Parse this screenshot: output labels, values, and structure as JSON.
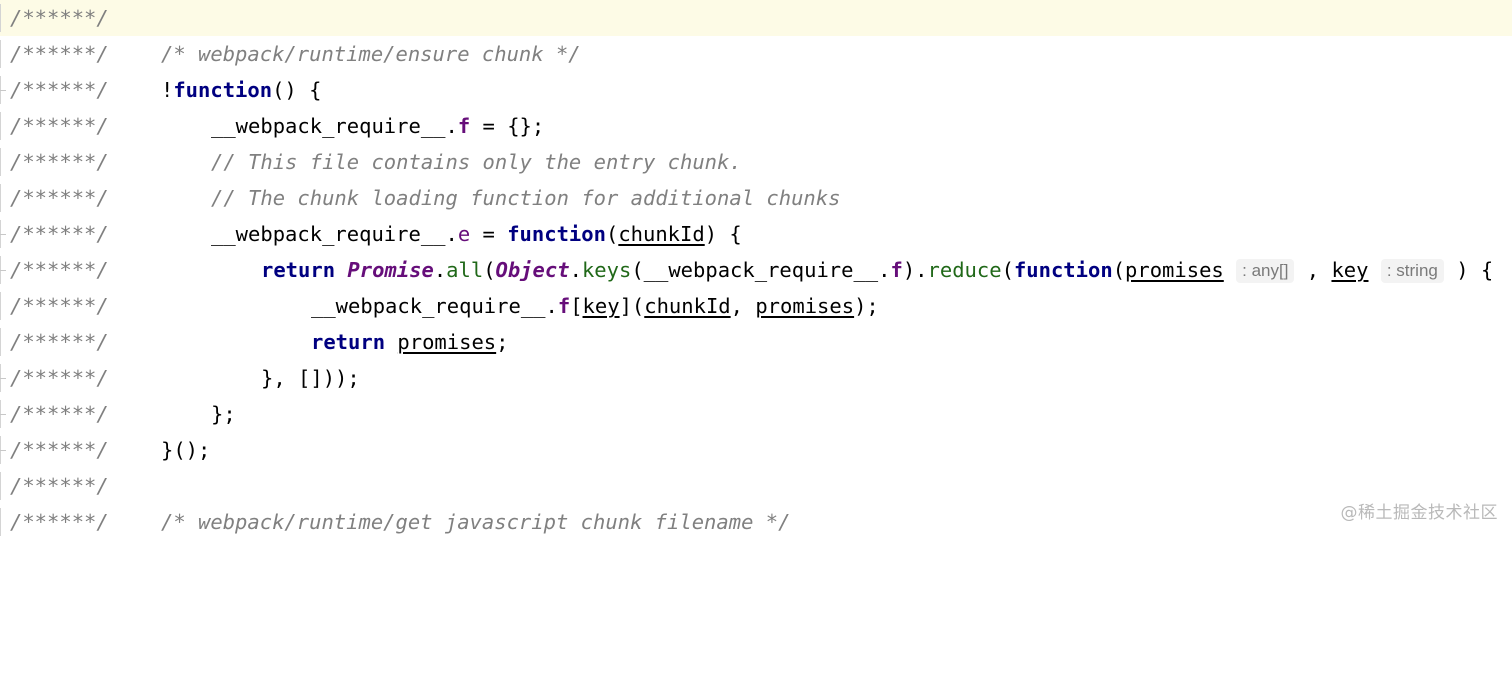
{
  "editor": {
    "gutter_marker": "/******/",
    "lines": {
      "l0": {},
      "l1": {
        "comment": "/* webpack/runtime/ensure chunk */"
      },
      "l2": {
        "bang": "!",
        "kw_function": "function",
        "rest": "() {"
      },
      "l3": {
        "obj": "__webpack_require__.",
        "field": "f",
        "rest": " = {};"
      },
      "l4": {
        "comment": "// This file contains only the entry chunk."
      },
      "l5": {
        "comment": "// The chunk loading function for additional chunks"
      },
      "l6": {
        "obj": "__webpack_require__.",
        "prop": "e",
        "eq": " = ",
        "kw_function": "function",
        "open": "(",
        "param": "chunkId",
        "close": ") {"
      },
      "l7": {
        "kw_return": "return",
        "cls_promise": "Promise",
        "dot1": ".",
        "mth_all": "all",
        "open1": "(",
        "cls_object": "Object",
        "dot2": ".",
        "mth_keys": "keys",
        "open2": "(__webpack_require__.",
        "field": "f",
        "close2": ").",
        "mth_reduce": "reduce",
        "open3": "(",
        "kw_function": "function",
        "open4": "(",
        "param1": "promises",
        "hint1": ": any[]",
        "comma": " , ",
        "param2": "key",
        "hint2": ": string",
        "close4": " ) {"
      },
      "l8": {
        "obj": "__webpack_require__.",
        "field": "f",
        "open": "[",
        "param1": "key",
        "mid": "](",
        "param2": "chunkId",
        "comma": ", ",
        "param3": "promises",
        "close": ");"
      },
      "l9": {
        "kw_return": "return",
        "param": "promises",
        "semi": ";"
      },
      "l10": {
        "text": "}, []));"
      },
      "l11": {
        "text": "};"
      },
      "l12": {
        "text": "}();"
      },
      "l13": {},
      "l14": {
        "comment": "/* webpack/runtime/get javascript chunk filename */"
      }
    }
  },
  "watermark": "@稀土掘金技术社区"
}
